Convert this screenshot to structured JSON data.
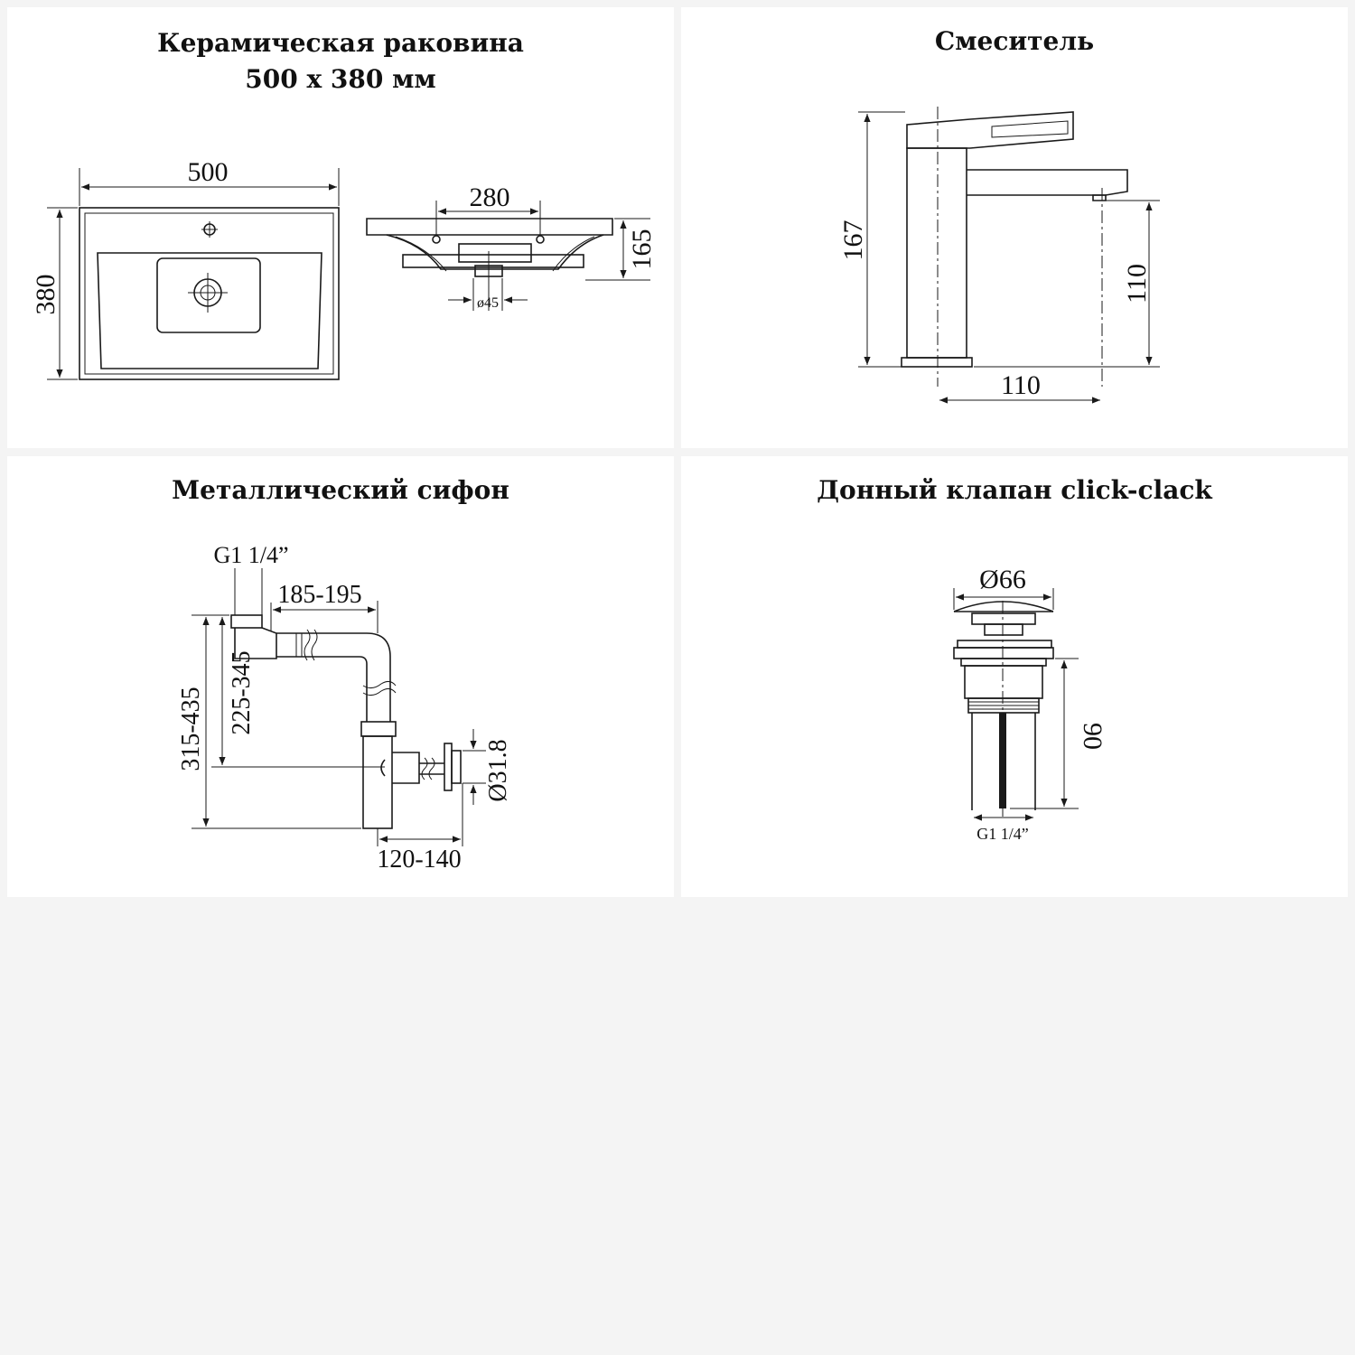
{
  "panels": {
    "sink": {
      "title_line1": "Керамическая раковина",
      "title_line2": "500 x 380 мм",
      "dim_width": "500",
      "dim_depth": "380",
      "dim_holes": "280",
      "dim_height": "165",
      "dim_drain": "ø45"
    },
    "mixer": {
      "title": "Смеситель",
      "dim_height": "167",
      "dim_spout_height": "110",
      "dim_reach": "110"
    },
    "siphon": {
      "title": "Металлический сифон",
      "dim_thread": "G1 1/4”",
      "dim_horizontal": "185-195",
      "dim_total_height": "315-435",
      "dim_upper_height": "225-345",
      "dim_outlet": "Ø31.8",
      "dim_outlet_reach": "120-140"
    },
    "valve": {
      "title": "Донный клапан click-clack",
      "dim_cap": "Ø66",
      "dim_height": "90",
      "dim_thread": "G1 1/4”"
    }
  }
}
